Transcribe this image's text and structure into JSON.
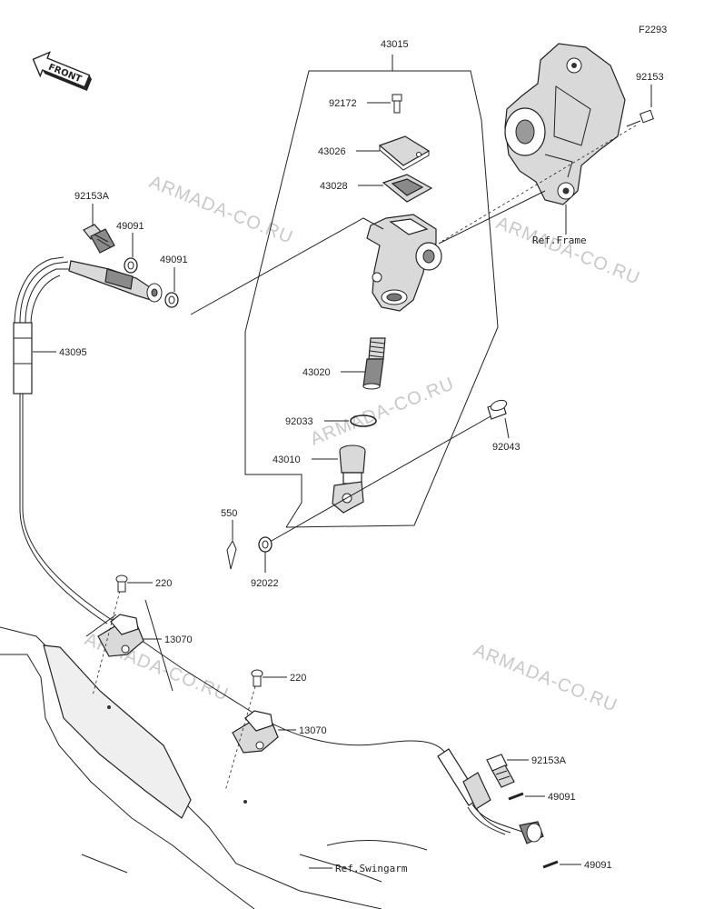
{
  "figure_code": "F2293",
  "front_label": "FRONT",
  "watermarks": [
    "ARMADA-CO.RU",
    "ARMADA-CO.RU",
    "ARMADA-CO.RU",
    "ARMADA-CO.RU",
    "ARMADA-CO.RU"
  ],
  "references": {
    "frame": "Ref.Frame",
    "swingarm": "Ref.Swingarm"
  },
  "callouts": {
    "assembly": "43015",
    "bolt_top": "92172",
    "cap": "43026",
    "diaphragm": "43028",
    "bolt_frame": "92153",
    "banjo_bolt_left": "92153A",
    "washer_left_1": "49091",
    "washer_left_2": "49091",
    "hose": "43095",
    "spring_piston": "43020",
    "circlip": "92033",
    "piston": "43010",
    "pin": "92043",
    "cotter_pin": "550",
    "washer_pin": "92022",
    "screw_1": "220",
    "clamp_1": "13070",
    "screw_2": "220",
    "clamp_2": "13070",
    "banjo_bolt_right": "92153A",
    "washer_right_1": "49091",
    "washer_right_2": "49091"
  }
}
